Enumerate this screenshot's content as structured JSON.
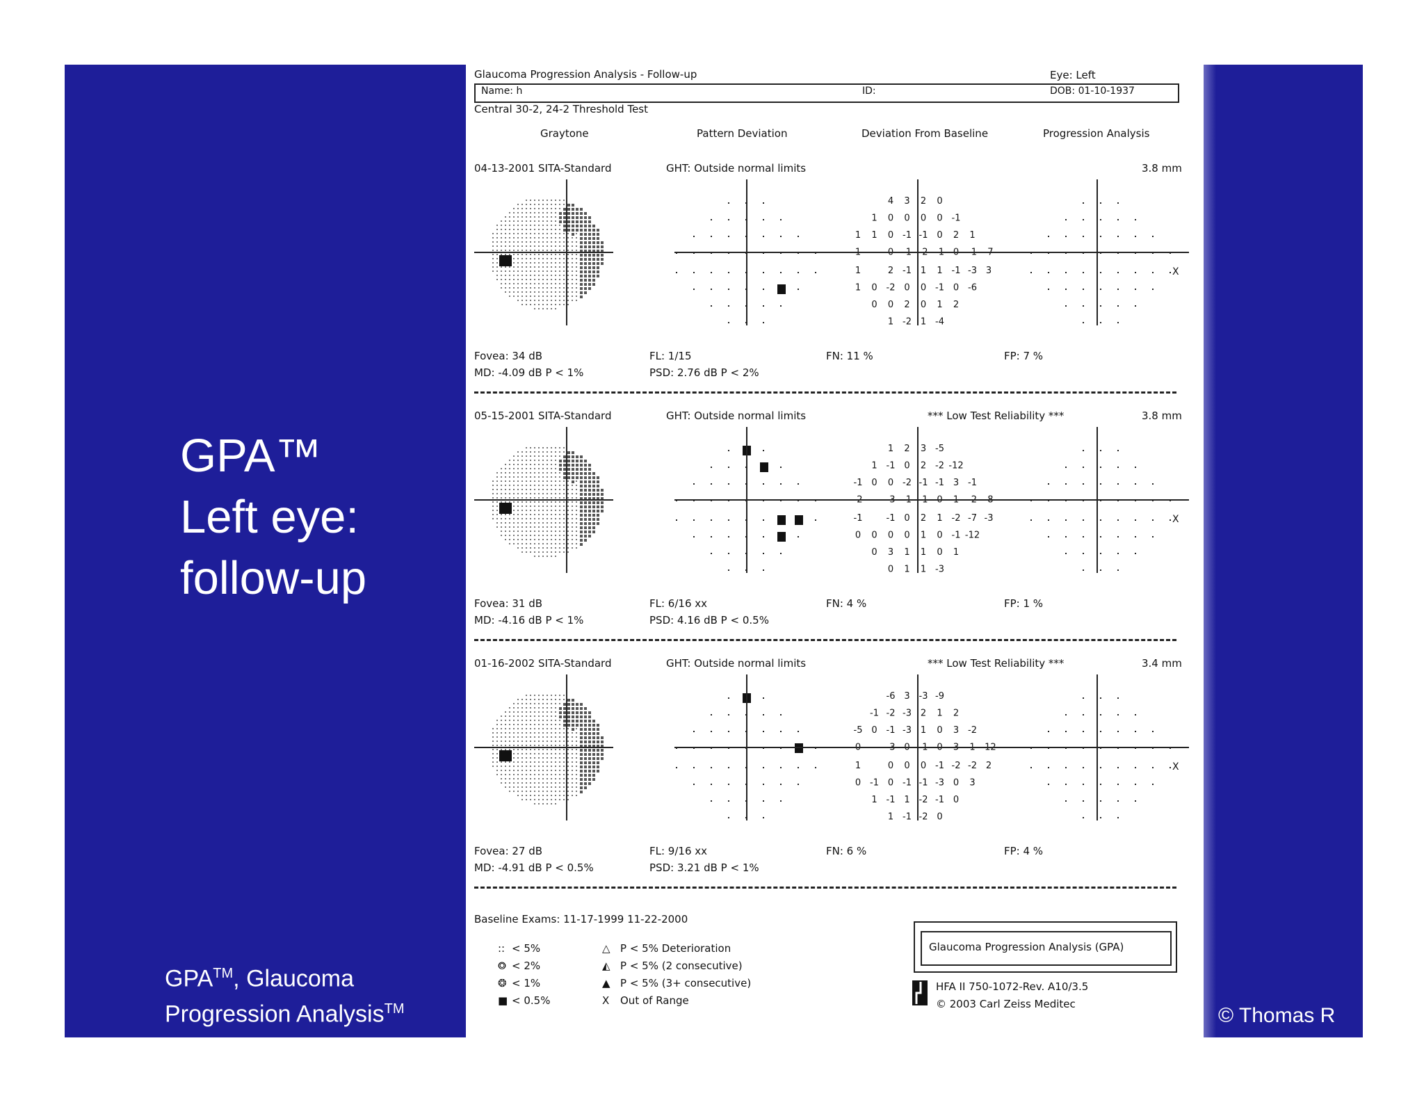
{
  "slide": {
    "title_lines": [
      "GPA™",
      "Left eye:",
      "follow-up"
    ],
    "footnote": {
      "part1": "GPA",
      "sup1": "TM",
      "part2": ", Glaucoma Progression Analysis",
      "sup2": "TM"
    },
    "copyright": "© Thomas R",
    "colors": {
      "panel": "#1e1e99",
      "text": "#ffffff"
    }
  },
  "report": {
    "title": "Glaucoma Progression Analysis - Follow-up",
    "eye": "Eye: Left",
    "name_label": "Name: h",
    "id_label": "ID:",
    "dob": "DOB: 01-10-1937",
    "test_type": "Central 30-2, 24-2 Threshold Test",
    "columns": [
      "Graytone",
      "Pattern Deviation",
      "Deviation From Baseline",
      "Progression Analysis"
    ],
    "tests": [
      {
        "date": "04-13-2001  SITA-Standard",
        "ght": "GHT: Outside normal limits",
        "reliability": "",
        "pupil": "3.8 mm",
        "fovea": "Fovea: 34 dB",
        "fl": "FL: 1/15",
        "fn": "FN:  11 %",
        "fp": "FP:   7 %",
        "md": "MD:  -4.09 dB  P < 1%",
        "psd": "PSD:   2.76 dB  P < 2%",
        "baseline_rows": [
          [
            "",
            "",
            "4",
            "3",
            "2",
            "0",
            "",
            "",
            ""
          ],
          [
            "",
            "1",
            "0",
            "0",
            "0",
            "0",
            "-1",
            "",
            ""
          ],
          [
            "1",
            "1",
            "0",
            "-1",
            "-1",
            "0",
            "2",
            "1",
            ""
          ],
          [
            "1",
            "",
            "0",
            "-1",
            "-2",
            "-1",
            "0",
            "-1",
            "-7"
          ],
          [
            "1",
            "",
            "2",
            "-1",
            "1",
            "1",
            "-1",
            "-3",
            "3"
          ],
          [
            "1",
            "0",
            "-2",
            "0",
            "0",
            "-1",
            "0",
            "-6",
            ""
          ],
          [
            "",
            "0",
            "0",
            "2",
            "0",
            "1",
            "2",
            "",
            ""
          ],
          [
            "",
            "",
            "1",
            "-2",
            "1",
            "-4",
            "",
            "",
            ""
          ]
        ],
        "progression_marks": [
          {
            "row": 4,
            "symbol": "X"
          }
        ]
      },
      {
        "date": "05-15-2001  SITA-Standard",
        "ght": "GHT: Outside normal limits",
        "reliability": "*** Low Test Reliability ***",
        "pupil": "3.8 mm",
        "fovea": "Fovea: 31 dB",
        "fl": "FL: 6/16 xx",
        "fn": "FN:   4 %",
        "fp": "FP:   1 %",
        "md": "MD:  -4.16 dB  P < 1%",
        "psd": "PSD:   4.16 dB  P < 0.5%",
        "baseline_rows": [
          [
            "",
            "",
            "1",
            "2",
            "3",
            "-5",
            "",
            "",
            ""
          ],
          [
            "",
            "1",
            "-1",
            "0",
            "2",
            "-2",
            "-12",
            "",
            ""
          ],
          [
            "-1",
            "0",
            "0",
            "-2",
            "-1",
            "-1",
            "3",
            "-1",
            ""
          ],
          [
            "-2",
            "",
            "-3",
            "-1",
            "-1",
            "0",
            "1",
            "-2",
            "-8"
          ],
          [
            "-1",
            "",
            "-1",
            "0",
            "2",
            "1",
            "-2",
            "-7",
            "-3"
          ],
          [
            "0",
            "0",
            "0",
            "0",
            "1",
            "0",
            "-1",
            "-12",
            ""
          ],
          [
            "",
            "0",
            "3",
            "1",
            "1",
            "0",
            "1",
            "",
            ""
          ],
          [
            "",
            "",
            "0",
            "1",
            "1",
            "-3",
            "",
            "",
            ""
          ]
        ],
        "progression_marks": [
          {
            "row": 4,
            "symbol": "X"
          }
        ]
      },
      {
        "date": "01-16-2002  SITA-Standard",
        "ght": "GHT: Outside normal limits",
        "reliability": "*** Low Test Reliability ***",
        "pupil": "3.4 mm",
        "fovea": "Fovea: 27 dB",
        "fl": "FL: 9/16 xx",
        "fn": "FN:   6 %",
        "fp": "FP:   4 %",
        "md": "MD:  -4.91 dB  P < 0.5%",
        "psd": "PSD:   3.21 dB  P < 1%",
        "baseline_rows": [
          [
            "",
            "",
            "-6",
            "3",
            "-3",
            "-9",
            "",
            "",
            ""
          ],
          [
            "",
            "-1",
            "-2",
            "-3",
            "2",
            "1",
            "2",
            "",
            ""
          ],
          [
            "-5",
            "0",
            "-1",
            "-3",
            "1",
            "0",
            "3",
            "-2",
            ""
          ],
          [
            "0",
            "",
            "-3",
            "0",
            "-1",
            "0",
            "3",
            "1",
            "-12"
          ],
          [
            "1",
            "",
            "0",
            "0",
            "0",
            "-1",
            "-2",
            "-2",
            "2"
          ],
          [
            "0",
            "-1",
            "0",
            "-1",
            "-1",
            "-3",
            "0",
            "3",
            ""
          ],
          [
            "",
            "1",
            "-1",
            "1",
            "-2",
            "-1",
            "0",
            "",
            ""
          ],
          [
            "",
            "",
            "1",
            "-1",
            "-2",
            "0",
            "",
            "",
            ""
          ]
        ],
        "progression_marks": [
          {
            "row": 4,
            "symbol": "X"
          }
        ]
      }
    ],
    "baseline_exams": "Baseline Exams:   11-17-1999      11-22-2000",
    "legend_left": [
      {
        "symbol": "::",
        "label": "< 5%"
      },
      {
        "symbol": "⭗",
        "label": "< 2%"
      },
      {
        "symbol": "❂",
        "label": "< 1%"
      },
      {
        "symbol": "■",
        "label": "< 0.5%"
      }
    ],
    "legend_right": [
      {
        "symbol": "△",
        "label": "P < 5% Deterioration"
      },
      {
        "symbol": "◭",
        "label": "P < 5% (2 consecutive)"
      },
      {
        "symbol": "▲",
        "label": "P < 5% (3+ consecutive)"
      },
      {
        "symbol": "X",
        "label": "Out of Range"
      }
    ],
    "gpa_box_label": "Glaucoma Progression Analysis (GPA)",
    "hfa_version": "HFA II 750-1072-Rev. A10/3.5",
    "copyright": "© 2003 Carl Zeiss Meditec"
  }
}
